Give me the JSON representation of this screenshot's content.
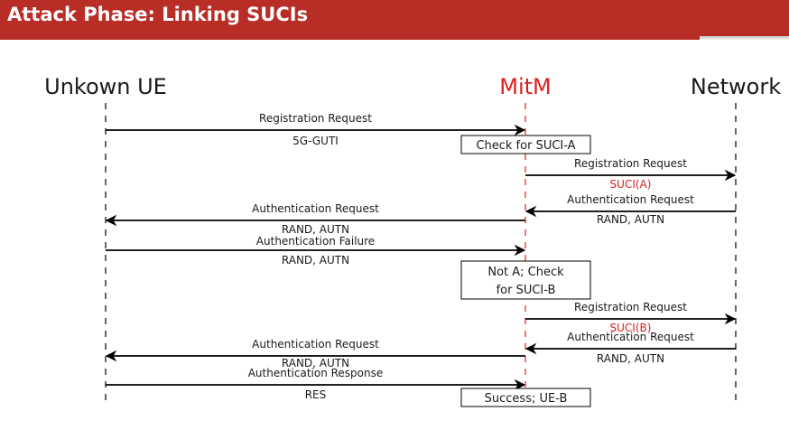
{
  "header": {
    "title": "Attack Phase: Linking SUCIs"
  },
  "colors": {
    "brand": "#b82d26",
    "highlight": "#dd1f1f",
    "line": "#000000",
    "text": "#1a1a1a"
  },
  "participants": [
    {
      "id": "ue",
      "label": "Unkown UE",
      "color": "#1a1a1a"
    },
    {
      "id": "mitm",
      "label": "MitM",
      "color": "#dd1f1f"
    },
    {
      "id": "network",
      "label": "Network",
      "color": "#1a1a1a"
    }
  ],
  "messages": [
    {
      "from": "ue",
      "to": "mitm",
      "above": "Registration Request",
      "below": "5G-GUTI",
      "below_color": "#1a1a1a"
    },
    {
      "from": "mitm",
      "to": "network",
      "above": "Registration Request",
      "below": "SUCI(A)",
      "below_color": "#dd1f1f"
    },
    {
      "from": "network",
      "to": "mitm",
      "above": "Authentication Request",
      "below": "RAND, AUTN",
      "below_color": "#1a1a1a"
    },
    {
      "from": "mitm",
      "to": "ue",
      "above": "Authentication Request",
      "below": "RAND, AUTN",
      "below_color": "#1a1a1a"
    },
    {
      "from": "ue",
      "to": "mitm",
      "above": "Authentication Failure",
      "below": "RAND, AUTN",
      "below_color": "#1a1a1a"
    },
    {
      "from": "mitm",
      "to": "network",
      "above": "Registration Request",
      "below": "SUCI(B)",
      "below_color": "#dd1f1f"
    },
    {
      "from": "network",
      "to": "mitm",
      "above": "Authentication Request",
      "below": "RAND, AUTN",
      "below_color": "#1a1a1a"
    },
    {
      "from": "mitm",
      "to": "ue",
      "above": "Authentication Request",
      "below": "RAND, AUTN",
      "below_color": "#1a1a1a"
    },
    {
      "from": "ue",
      "to": "mitm",
      "above": "Authentication Response",
      "below": "RES",
      "below_color": "#1a1a1a"
    }
  ],
  "notes": [
    {
      "lines": [
        "Check for SUCI-A"
      ]
    },
    {
      "lines": [
        "Not A; Check",
        "for SUCI-B"
      ]
    },
    {
      "lines": [
        "Success; UE-B"
      ]
    }
  ]
}
